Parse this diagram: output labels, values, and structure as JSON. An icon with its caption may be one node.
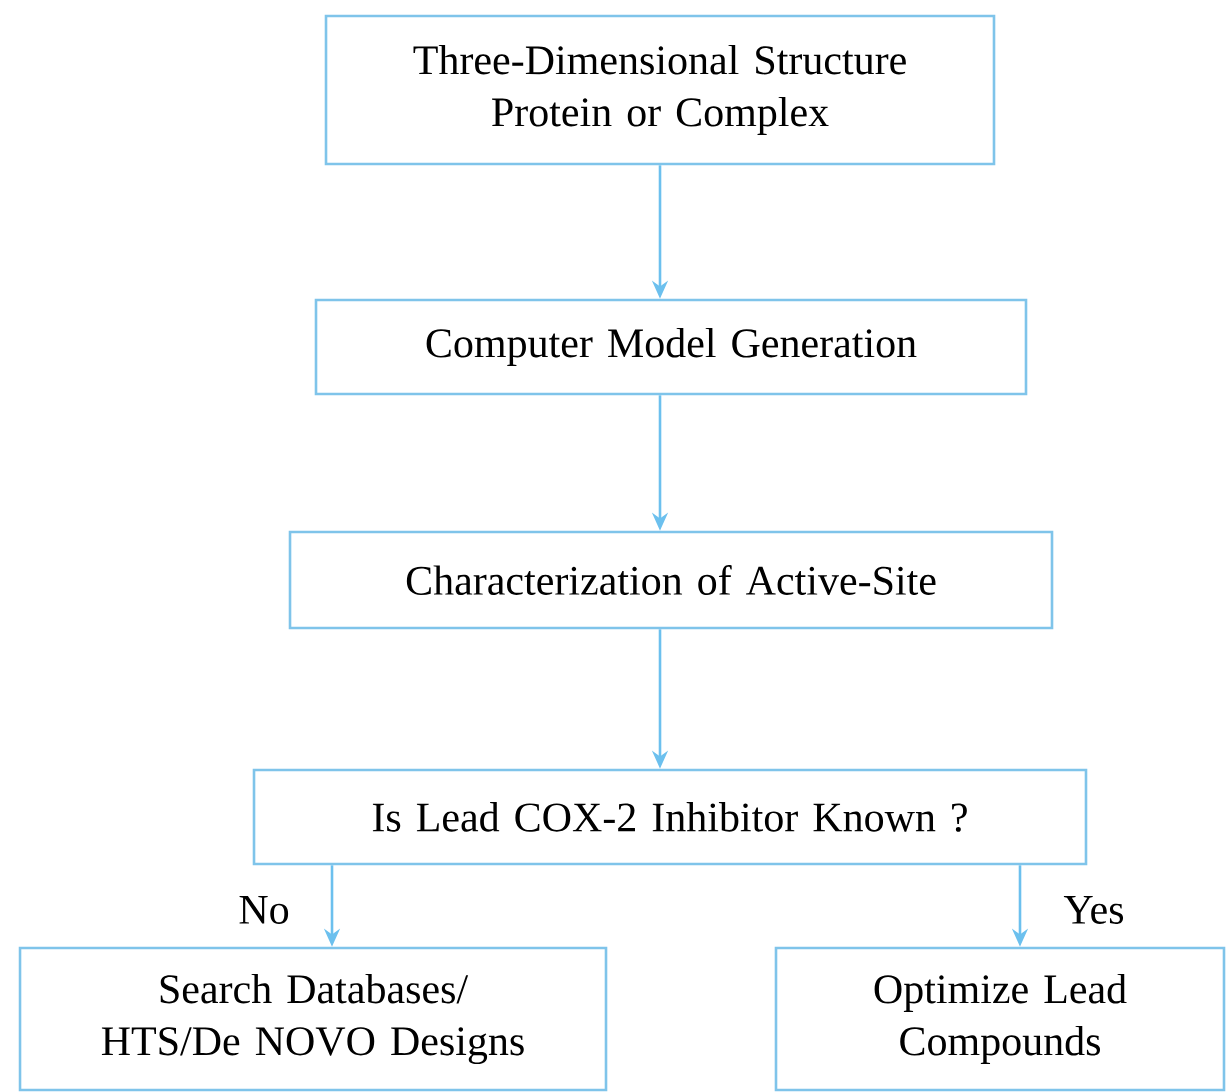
{
  "diagram": {
    "nodes": [
      {
        "text": [
          "Three-Dimensional Structure Protein or Complex"
        ]
      },
      {
        "text": [
          "Computer Model Generation"
        ]
      },
      {
        "text": [
          "Characterization of Active-Site"
        ]
      },
      {
        "text": [
          "Is Lead COX-2 Inhibitor Known ?"
        ]
      },
      {
        "text": [
          "Search Databases/ HTS/De NOVO Designs"
        ]
      },
      {
        "text": [
          "Optimize Lead Compounds"
        ]
      }
    ],
    "edges": [
      {
        "from": 0,
        "to": 1,
        "arrow": "to"
      },
      {
        "from": 1,
        "to": 2,
        "arrow": "to"
      },
      {
        "from": 2,
        "to": 3,
        "arrow": "to"
      },
      {
        "from": 3,
        "to": 4,
        "arrow": "to",
        "label": "No"
      },
      {
        "from": 3,
        "to": 5,
        "arrow": "to",
        "label": "Yes"
      }
    ]
  }
}
